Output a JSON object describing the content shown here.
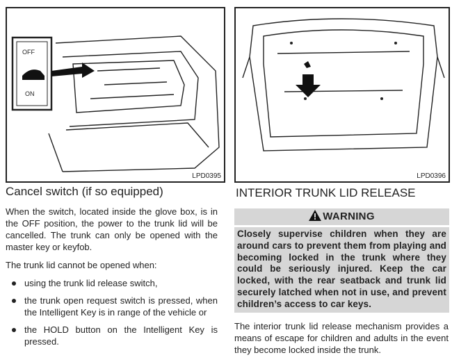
{
  "figures": [
    {
      "code": "LPD0395",
      "switch_labels": {
        "off": "OFF",
        "on": "ON"
      }
    },
    {
      "code": "LPD0396"
    }
  ],
  "left": {
    "heading": "Cancel switch (if so equipped)",
    "paragraphs": [
      "When the switch, located inside the glove box, is in the OFF position, the power to the trunk lid will be cancelled. The trunk can only be opened with the master key or keyfob.",
      "The trunk lid cannot be opened when:"
    ],
    "bullets": [
      "using the trunk lid release switch,",
      "the trunk open request switch is pressed, when the Intelligent Key is in range of the vehicle or",
      "the HOLD button on the Intelligent Key is pressed."
    ]
  },
  "right": {
    "heading": "INTERIOR TRUNK LID RELEASE",
    "warning_title": "WARNING",
    "warning_text": "Closely supervise children when they are around cars to prevent them from playing and becoming locked in the trunk where they could be seriously injured. Keep the car locked, with the rear seatback and trunk lid securely latched when not in use, and prevent children’s access to car keys.",
    "body": "The interior trunk lid release mechanism provides a means of escape for children and adults in the event they become locked inside the trunk."
  }
}
